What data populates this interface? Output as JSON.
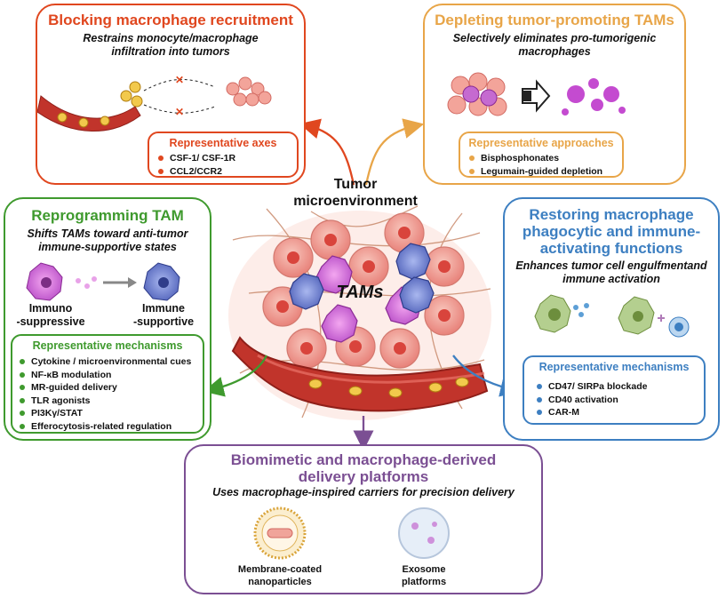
{
  "center": {
    "line1": "Tumor",
    "line2": "microenvironment",
    "tams": "TAMs"
  },
  "recruitment": {
    "title": "Blocking macrophage recruitment",
    "subtitle_l1": "Restrains monocyte/macrophage",
    "subtitle_l2": "infiltration into tumors",
    "box_title": "Representative axes",
    "items": [
      "CSF-1/ CSF-1R",
      "CCL2/CCR2"
    ],
    "color": "#e0471f"
  },
  "depleting": {
    "title": "Depleting tumor-promoting TAMs",
    "subtitle_l1": "Selectively eliminates pro-tumorigenic",
    "subtitle_l2": "macrophages",
    "box_title": "Representative approaches",
    "items": [
      "Bisphosphonates",
      "Legumain-guided depletion"
    ],
    "color": "#e8a548"
  },
  "reprogramming": {
    "title": "Reprogramming TAM",
    "subtitle_l1": "Shifts TAMs toward anti-tumor",
    "subtitle_l2": "immune-supportive states",
    "left_label_l1": "Immuno",
    "left_label_l2": "-suppressive",
    "right_label_l1": "Immune",
    "right_label_l2": "-supportive",
    "box_title": "Representative mechanisms",
    "items": [
      "Cytokine / microenvironmental cues",
      "NF-κB modulation",
      "MR-guided delivery",
      "TLR agonists",
      "PI3Kγ/STAT",
      "Efferocytosis-related regulation"
    ],
    "color": "#3f9a2e"
  },
  "restoring": {
    "title_l1": "Restoring macrophage",
    "title_l2": "phagocytic and immune-",
    "title_l3": "activating functions",
    "subtitle_l1": "Enhances tumor cell engulfmentand",
    "subtitle_l2": "immune activation",
    "box_title": "Representative mechanisms",
    "items": [
      "CD47/ SIRPa blockade",
      "CD40 activation",
      "CAR-M"
    ],
    "color": "#3d7fc1"
  },
  "biomimetic": {
    "title_l1": "Biomimetic and macrophage-derived",
    "title_l2": "delivery platforms",
    "subtitle": "Uses macrophage-inspired carriers for precision delivery",
    "left_label_l1": "Membrane-coated",
    "left_label_l2": "nanoparticles",
    "right_label_l1": "Exosome",
    "right_label_l2": "platforms",
    "color": "#7b4f93"
  }
}
